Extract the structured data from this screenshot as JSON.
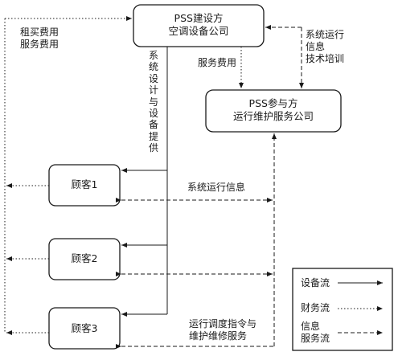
{
  "boxes": {
    "builder": {
      "line1": "PSS建设方",
      "line2": "空调设备公司"
    },
    "operator": {
      "line1": "PSS参与方",
      "line2": "运行维护服务公司"
    },
    "customer1": "顾客1",
    "customer2": "顾客2",
    "customer3": "顾客3"
  },
  "labels": {
    "rent_fee_1": "租买费用",
    "rent_fee_2": "服务费用",
    "system_design_vertical": [
      "系",
      "统",
      "设",
      "计",
      "与",
      "设",
      "备",
      "提",
      "供"
    ],
    "service_fee": "服务费用",
    "sys_info_1": "系统运行",
    "sys_info_2": "信息",
    "sys_info_3": "技术培训",
    "system_run_info": "系统运行信息",
    "dispatch_1": "运行调度指令与",
    "dispatch_2": "维护维修服务"
  },
  "legend": {
    "equipment_flow": "设备流",
    "finance_flow": "财务流",
    "info_flow_1": "信息",
    "info_flow_2": "服务流"
  }
}
